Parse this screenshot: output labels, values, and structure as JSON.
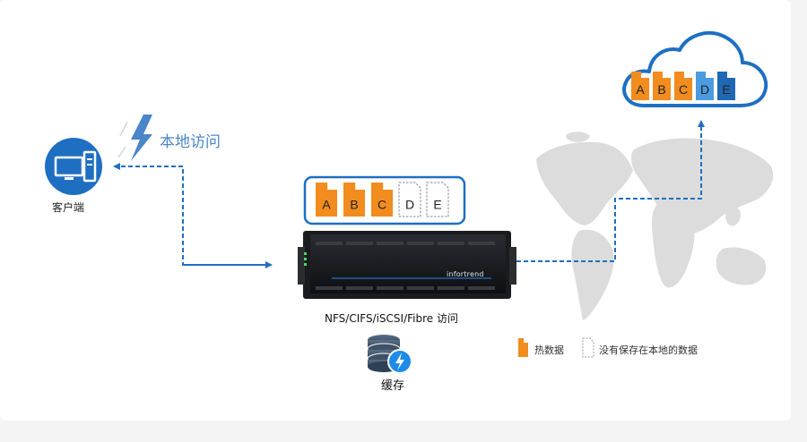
{
  "labels": {
    "local_access": "本地访问",
    "client": "客户端",
    "protocol_access": "NFS/CIFS/iSCSI/Fibre 访问",
    "cache": "缓存",
    "brand": "infortrend"
  },
  "legend": {
    "hot": "热数据",
    "cold": "没有保存在本地的数据"
  },
  "files": {
    "local": [
      {
        "letter": "A",
        "state": "hot"
      },
      {
        "letter": "B",
        "state": "hot"
      },
      {
        "letter": "C",
        "state": "hot"
      },
      {
        "letter": "D",
        "state": "cold"
      },
      {
        "letter": "E",
        "state": "cold"
      }
    ],
    "cloud": [
      {
        "letter": "A",
        "state": "hot"
      },
      {
        "letter": "B",
        "state": "hot"
      },
      {
        "letter": "C",
        "state": "hot"
      },
      {
        "letter": "D",
        "state": "blue"
      },
      {
        "letter": "E",
        "state": "blue-dark"
      }
    ]
  },
  "colors": {
    "hot": "#f28c1e",
    "blue": "#4a9be0",
    "blue_dark": "#2067b5",
    "accent": "#1e6fc2",
    "map": "#dcdcdc"
  },
  "icons": {
    "client": "desktop-computer-icon",
    "lightning": "lightning-icon",
    "storage": "rack-storage-server-icon",
    "cache": "database-cache-icon",
    "cloud": "cloud-icon"
  }
}
